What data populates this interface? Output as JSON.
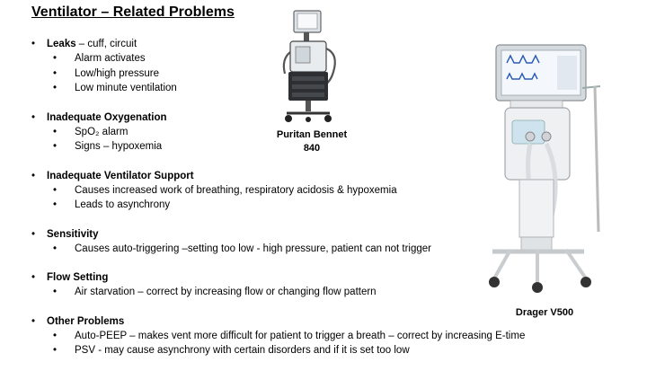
{
  "slide": {
    "title": "Ventilator – Related Problems",
    "sections": [
      {
        "heading": "Leaks",
        "suffix": " – cuff, circuit",
        "items": [
          "Alarm activates",
          "Low/high pressure",
          "Low minute ventilation"
        ]
      },
      {
        "heading": "Inadequate Oxygenation",
        "suffix": "",
        "items": [
          "SpO₂ alarm",
          "Signs – hypoxemia"
        ]
      },
      {
        "heading": "Inadequate Ventilator Support",
        "suffix": "",
        "items": [
          "Causes increased work of breathing, respiratory acidosis & hypoxemia",
          "Leads to asynchrony"
        ]
      },
      {
        "heading": "Sensitivity",
        "suffix": "",
        "items": [
          "Causes auto-triggering –setting too low - high pressure, patient can not trigger"
        ]
      },
      {
        "heading": "Flow Setting",
        "suffix": "",
        "items": [
          "Air starvation – correct by increasing flow or changing flow pattern"
        ]
      },
      {
        "heading": "Other Problems",
        "suffix": "",
        "items": [
          "Auto-PEEP – makes vent more difficult for patient to trigger a breath – correct by increasing E-time",
          "PSV  - may cause asynchrony with certain disorders and if it is set too low"
        ]
      }
    ],
    "captions": {
      "puritan_line1": "Puritan Bennet",
      "puritan_line2": "840",
      "drager": "Drager V500"
    },
    "bullet": "•"
  }
}
